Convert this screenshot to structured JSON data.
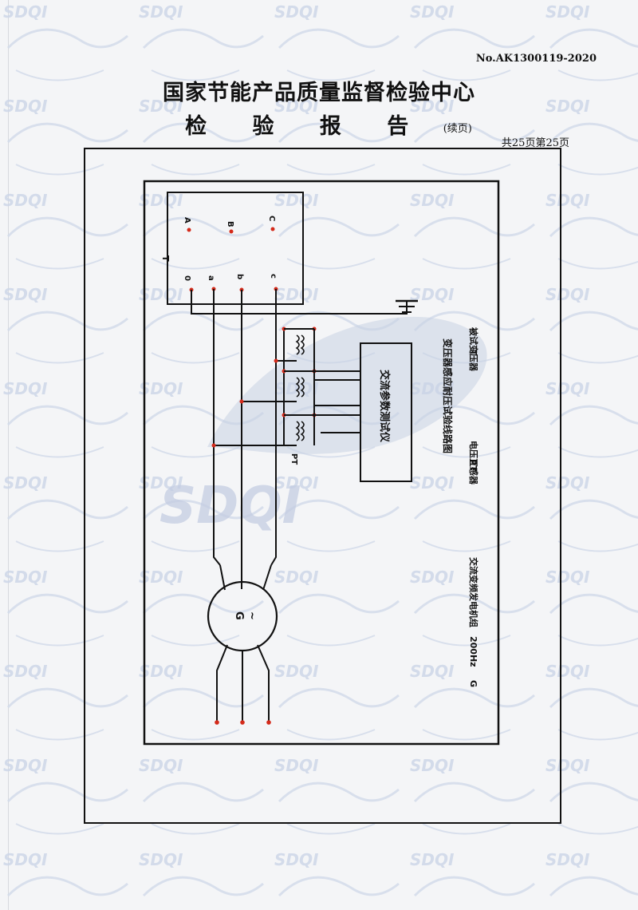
{
  "report_no": "No.AK1300119-2020",
  "title": "国家节能产品质量监督检验中心",
  "subtitle": "检 验 报 告",
  "subtitle_cont": "(续页)",
  "page_count": "共25页第25页",
  "watermark": "SDQI",
  "diagram": {
    "transformer_label": "T",
    "hv_terminals": [
      "A",
      "B",
      "C"
    ],
    "lv_terminals": [
      "0",
      "a",
      "b",
      "c"
    ],
    "pt_label": "PT",
    "instrument_label": "交流参数测试仪",
    "generator_label": "G",
    "generator_symbol": "~",
    "caption_title": "变压器感应耐压试验线路图",
    "legend": [
      {
        "key": "T",
        "text": "被试变压器"
      },
      {
        "key": "PT",
        "text": "电压互感器"
      },
      {
        "key": "G",
        "text": "交流变频发电机组　200Hz"
      }
    ]
  },
  "colors": {
    "ink": "#111111",
    "dot": "#d42a1a",
    "watermark": "#c9d3e6"
  }
}
